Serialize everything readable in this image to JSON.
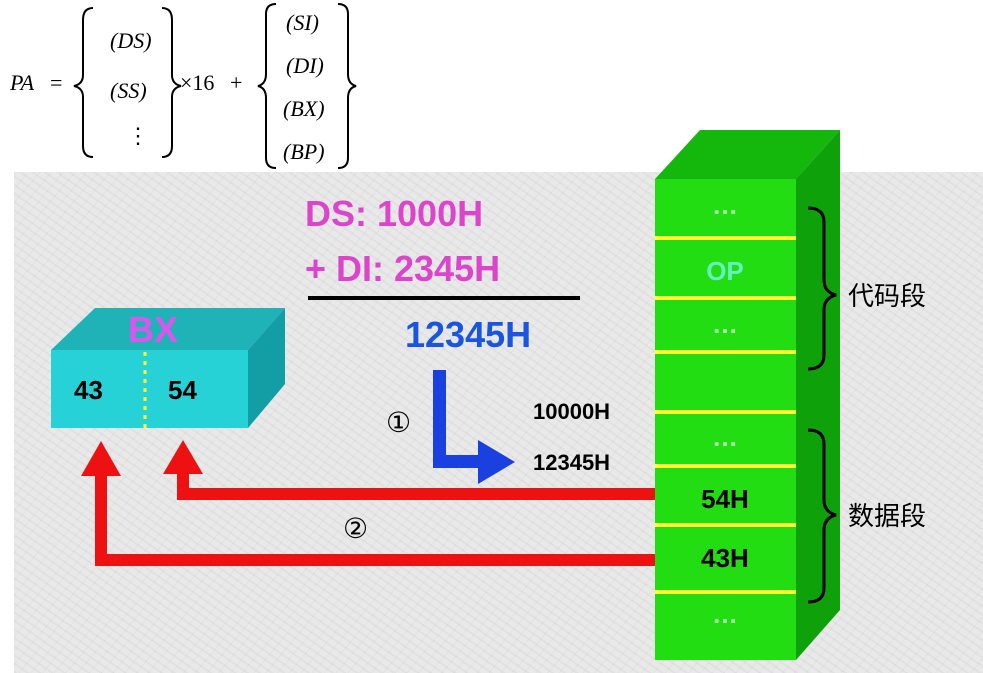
{
  "formula": {
    "lhs": "PA",
    "eq": "=",
    "seg_regs": [
      "(DS)",
      "(SS)",
      "⋮"
    ],
    "times": "×16",
    "plus": "+",
    "off_regs": [
      "(SI)",
      "(DI)",
      "(BX)",
      "(BP)"
    ]
  },
  "calc": {
    "line1": "DS: 1000H",
    "line2": "+ DI: 2345H",
    "result": "12345H"
  },
  "register": {
    "name": "BX",
    "high": "43",
    "low": "54"
  },
  "memory": {
    "cells": [
      "…",
      "OP",
      "…",
      "",
      "…",
      "54H",
      "43H",
      "…"
    ],
    "addr_code_end": "10000H",
    "addr_target": "12345H",
    "segments": [
      "代码段",
      "数据段"
    ]
  },
  "steps": [
    "①",
    "②"
  ],
  "colors": {
    "magenta": "#dd44cc",
    "blue": "#1a55e0",
    "red": "#ee1111",
    "memory_green": "#22dd11",
    "register_cyan": "#22cccc",
    "separator_yellow": "#ffff33"
  }
}
